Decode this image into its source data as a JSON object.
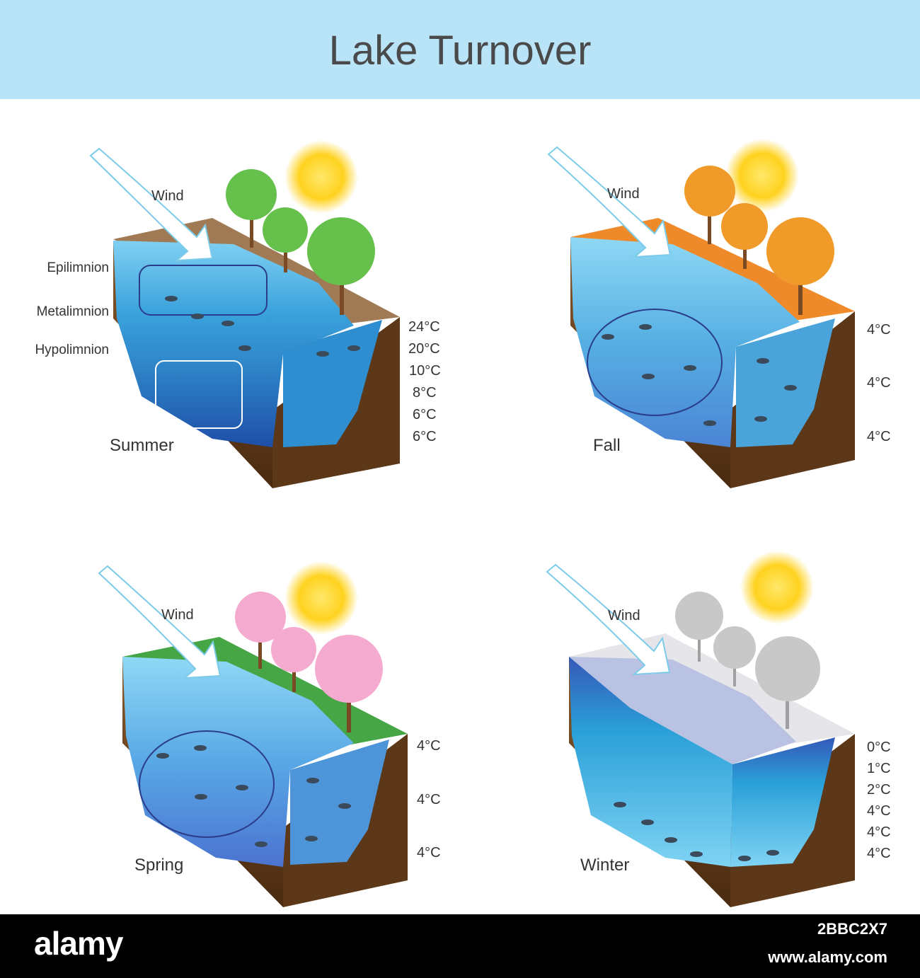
{
  "title": "Lake Turnover",
  "wind_label": "Wind",
  "panels": {
    "summer": {
      "season": "Summer",
      "layers": [
        "Epilimnion",
        "Metalimnion",
        "Hypolimnion"
      ],
      "temps": [
        "24°C",
        "20°C",
        "10°C",
        "8°C",
        "6°C",
        "6°C"
      ]
    },
    "fall": {
      "season": "Fall",
      "temps": [
        "4°C",
        "4°C",
        "4°C"
      ]
    },
    "spring": {
      "season": "Spring",
      "temps": [
        "4°C",
        "4°C",
        "4°C"
      ]
    },
    "winter": {
      "season": "Winter",
      "temps": [
        "0°C",
        "1°C",
        "2°C",
        "4°C",
        "4°C",
        "4°C"
      ]
    }
  },
  "footer": {
    "logo": "alamy",
    "image_id": "2BBC2X7",
    "url": "www.alamy.com"
  },
  "colors": {
    "header": "#b9e3f7",
    "water": "#4aa3d9",
    "soil": "#6b4420",
    "sun": "#ffd21f"
  }
}
